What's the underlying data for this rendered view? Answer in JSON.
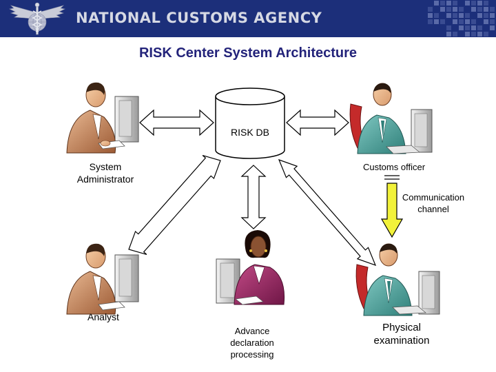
{
  "header": {
    "agency_name": "NATIONAL CUSTOMS AGENCY",
    "logo_icon": "winged-caduceus-globe-logo",
    "background_color": "#1c2f7a"
  },
  "title": "RISK Center System Architecture",
  "diagram": {
    "database": {
      "label": "RISK DB",
      "icon": "cylinder-database"
    },
    "nodes": [
      {
        "id": "system-administrator",
        "label": "System Administrator",
        "icon": "man-at-computer-icon"
      },
      {
        "id": "customs-officer",
        "label": "Customs officer",
        "icon": "officer-at-computer-icon"
      },
      {
        "id": "analyst",
        "label": "Analyst",
        "icon": "man-at-computer-icon"
      },
      {
        "id": "advance-declaration",
        "label": "Advance declaration processing",
        "icon": "woman-at-computer-icon"
      },
      {
        "id": "physical-examination",
        "label": "Physical examination",
        "icon": "officer-at-computer-icon"
      }
    ],
    "communication_channel": {
      "label": "Communication channel",
      "color": "#f2f23a"
    },
    "connections": [
      {
        "from": "system-administrator",
        "to": "risk-db",
        "type": "bidirectional"
      },
      {
        "from": "risk-db",
        "to": "customs-officer",
        "type": "bidirectional"
      },
      {
        "from": "risk-db",
        "to": "analyst",
        "type": "bidirectional"
      },
      {
        "from": "risk-db",
        "to": "advance-declaration",
        "type": "bidirectional"
      },
      {
        "from": "risk-db",
        "to": "physical-examination",
        "type": "bidirectional"
      },
      {
        "from": "customs-officer",
        "to": "physical-examination",
        "type": "communication-channel"
      }
    ]
  }
}
